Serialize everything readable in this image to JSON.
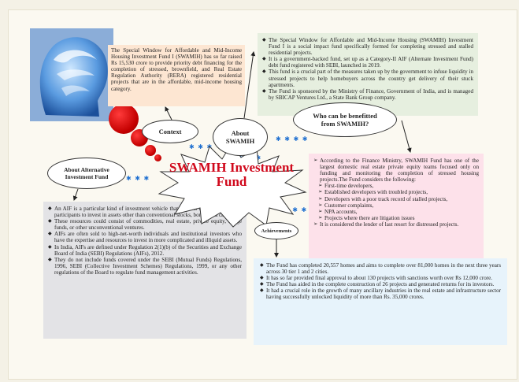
{
  "title": "SWAMIH Investment Fund",
  "colors": {
    "title": "#d0091c",
    "context_bg": "#fde6d2",
    "about_bg": "#e6efdf",
    "benefit_bg": "#fde1ea",
    "aif_bg": "#e3e3e6",
    "achievements_bg": "#e7f3fb",
    "connector": "#1e6fd0"
  },
  "icons": {
    "brain_image": "brain-head-illustration",
    "red_spheres": "red-ball-icons"
  },
  "context": {
    "label": "Context",
    "text": "The Special Window for Affordable and Mid-Income Housing Investment Fund I (SWAMIH) has so far raised Rs 15,530 crore to provide priority debt financing for the completion of stressed, brownfield, and Real Estate Regulation Authority (RERA) registered residential projects that are in the affordable, mid-income housing category."
  },
  "about": {
    "label": "About SWAMIH",
    "items": [
      "The Special Window for Affordable and Mid-Income Housing (SWAMIH) Investment Fund I is a social impact fund specifically formed for completing stressed and stalled residential projects.",
      "It is a government-backed fund, set up as a Category-II AIF (Alternate Investment Fund) debt fund registered with SEBI, launched in 2019.",
      "This fund is a crucial part of the measures taken up by the government to infuse liquidity in stressed projects to help homebuyers across the country get delivery of their stuck apartments.",
      "The Fund is sponsored by the Ministry of Finance, Government of India, and is managed by SBICAP Ventures Ltd., a State Bank Group company."
    ]
  },
  "benefit": {
    "label": "Who can be benefitted from SWAMIH?",
    "intro": "According to the Finance Ministry, SWAMIH Fund has one of the largest domestic real estate private equity teams focused only on funding and monitoring the completion of stressed housing projects.The Fund considers the following:",
    "sub_items": [
      "First-time developers,",
      "Established developers with troubled projects,",
      "Developers with a poor track record of stalled projects,",
      "Customer complaints,",
      "NPA accounts,",
      "Projects where there are litigation issues"
    ],
    "outro": "It is considered the lender of last resort for distressed projects."
  },
  "aif": {
    "label": "About Alternative Investment Fund",
    "items": [
      "An AIF is a particular kind of investment vehicle that collects funds from several participants to invest in assets other than conventional stocks, bonds, and cash.",
      "These resources could consist of commodities, real estate, private equity, hedge funds, or other unconventional ventures.",
      "AIFs are often sold to high-net-worth individuals and institutional investors who have the expertise and resources to invest in more complicated and illiquid assets.",
      "In India, AIFs are defined under Regulation 2(1)(b) of the Securities and Exchange Board of India (SEBI) Regulations (AIFs), 2012.",
      "They do not include funds covered under the SEBI (Mutual Funds) Regulations, 1996, SEBI (Collective Investment Schemes) Regulations, 1999, or any other regulations of the Board to regulate fund management activities."
    ]
  },
  "achievements": {
    "label": "Achievements",
    "items": [
      "The Fund has completed 20,557 homes and aims to complete over 81,000 homes in the next three years across 30 tier 1 and 2 cities.",
      "It has so far provided final approval to about 130 projects with sanctions worth over Rs 12,000 crore.",
      "The Fund has aided in the complete construction of 26 projects and generated returns for its investors.",
      "It had a crucial role in the growth of many ancillary industries in the real estate and infrastructure sector having successfully unlocked liquidity of more than Rs. 35,000 crores."
    ]
  }
}
